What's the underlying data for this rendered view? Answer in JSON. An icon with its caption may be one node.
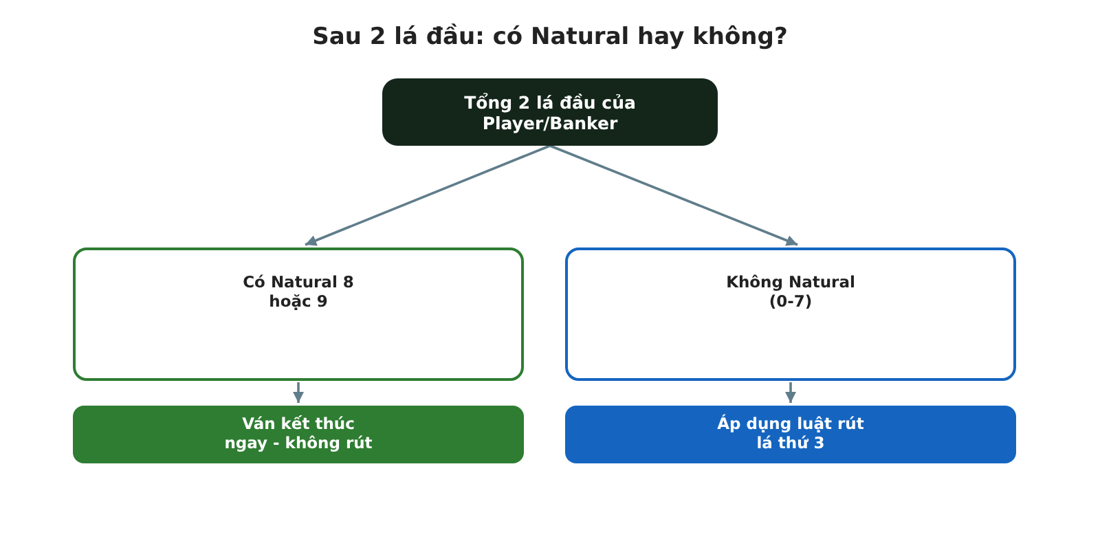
{
  "diagram": {
    "title": "Sau 2 lá đầu: có Natural hay không?",
    "nodes": [
      {
        "text": [
          "Tổng 2 lá đầu của Player/Banker"
        ]
      },
      {
        "text": [
          "Có Natural 8 hoặc 9"
        ]
      },
      {
        "text": [
          "Không Natural (0-7)"
        ]
      },
      {
        "text": [
          "Ván kết thúc ngay - không rút"
        ]
      },
      {
        "text": [
          "Áp dụng luật rút lá thứ 3"
        ]
      }
    ],
    "edges": [
      {
        "from": 0,
        "to": 1,
        "arrow": "to"
      },
      {
        "from": 0,
        "to": 2,
        "arrow": "to"
      },
      {
        "from": 1,
        "to": 3,
        "arrow": "to"
      },
      {
        "from": 2,
        "to": 4,
        "arrow": "to"
      }
    ]
  }
}
